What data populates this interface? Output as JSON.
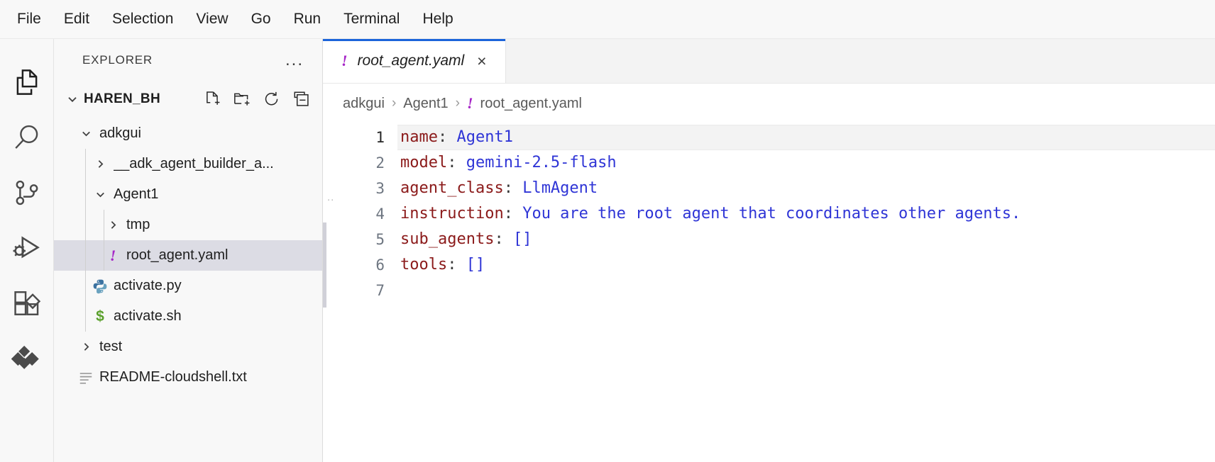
{
  "menubar": {
    "items": [
      {
        "label": "File"
      },
      {
        "label": "Edit"
      },
      {
        "label": "Selection"
      },
      {
        "label": "View"
      },
      {
        "label": "Go"
      },
      {
        "label": "Run"
      },
      {
        "label": "Terminal"
      },
      {
        "label": "Help"
      }
    ]
  },
  "activitybar": {
    "items": [
      {
        "name": "explorer-icon",
        "title": "Explorer",
        "active": true
      },
      {
        "name": "search-icon",
        "title": "Search",
        "active": false
      },
      {
        "name": "source-control-icon",
        "title": "Source Control",
        "active": false
      },
      {
        "name": "run-and-debug-icon",
        "title": "Run and Debug",
        "active": false
      },
      {
        "name": "extensions-icon",
        "title": "Extensions",
        "active": false
      },
      {
        "name": "gemini-code-assist-icon",
        "title": "Gemini Code Assist",
        "active": false
      }
    ]
  },
  "sidebar": {
    "title": "EXPLORER",
    "more_actions": "...",
    "root": {
      "name": "HAREN_BH",
      "expanded": true,
      "actions": [
        {
          "name": "new-file-icon",
          "label": "New File"
        },
        {
          "name": "new-folder-icon",
          "label": "New Folder"
        },
        {
          "name": "refresh-icon",
          "label": "Refresh Explorer"
        },
        {
          "name": "collapse-all-icon",
          "label": "Collapse Folders in Explorer"
        }
      ]
    },
    "tree": [
      {
        "label": "adkgui",
        "type": "folder",
        "expanded": true,
        "depth": 0,
        "selected": false
      },
      {
        "label": "__adk_agent_builder_a...",
        "type": "folder",
        "expanded": false,
        "depth": 1,
        "selected": false
      },
      {
        "label": "Agent1",
        "type": "folder",
        "expanded": true,
        "depth": 1,
        "selected": false
      },
      {
        "label": "tmp",
        "type": "folder",
        "expanded": false,
        "depth": 2,
        "selected": false
      },
      {
        "label": "root_agent.yaml",
        "type": "yaml",
        "depth": 2,
        "selected": true
      },
      {
        "label": "activate.py",
        "type": "python",
        "depth": 1,
        "selected": false
      },
      {
        "label": "activate.sh",
        "type": "shell",
        "depth": 1,
        "selected": false
      },
      {
        "label": "test",
        "type": "folder",
        "expanded": false,
        "depth": 0,
        "selected": false
      },
      {
        "label": "README-cloudshell.txt",
        "type": "text",
        "depth": 0,
        "selected": false
      }
    ]
  },
  "editor": {
    "tabs": [
      {
        "label": "root_agent.yaml",
        "icon": "yaml-file-icon",
        "close": "×",
        "active": true,
        "preview": true
      }
    ],
    "breadcrumb": [
      {
        "label": "adkgui",
        "icon": null
      },
      {
        "label": "Agent1",
        "icon": null
      },
      {
        "label": "root_agent.yaml",
        "icon": "yaml-file-icon"
      }
    ],
    "breadcrumb_separator": "›",
    "line_numbers": [
      "1",
      "2",
      "3",
      "4",
      "5",
      "6",
      "7"
    ],
    "current_line": 1,
    "lines": [
      {
        "key": "name",
        "colon": ":",
        "value": " Agent1"
      },
      {
        "key": "model",
        "colon": ":",
        "value": " gemini-2.5-flash"
      },
      {
        "key": "agent_class",
        "colon": ":",
        "value": " LlmAgent"
      },
      {
        "key": "instruction",
        "colon": ":",
        "value": " You are the root agent that coordinates other agents."
      },
      {
        "key": "sub_agents",
        "colon": ":",
        "value": " []"
      },
      {
        "key": "tools",
        "colon": ":",
        "value": " []"
      },
      {
        "key": "",
        "colon": "",
        "value": ""
      }
    ]
  },
  "colors": {
    "accent_tab_border": "#1b64da",
    "selection_bg": "#dcdce4",
    "yaml_icon": "#a626c7",
    "shell_icon": "#5aa02c",
    "yaml_key": "#8b1a1a",
    "yaml_value": "#2f35d6",
    "sidebar_bg": "#f8f8f8",
    "editor_bg": "#ffffff"
  }
}
